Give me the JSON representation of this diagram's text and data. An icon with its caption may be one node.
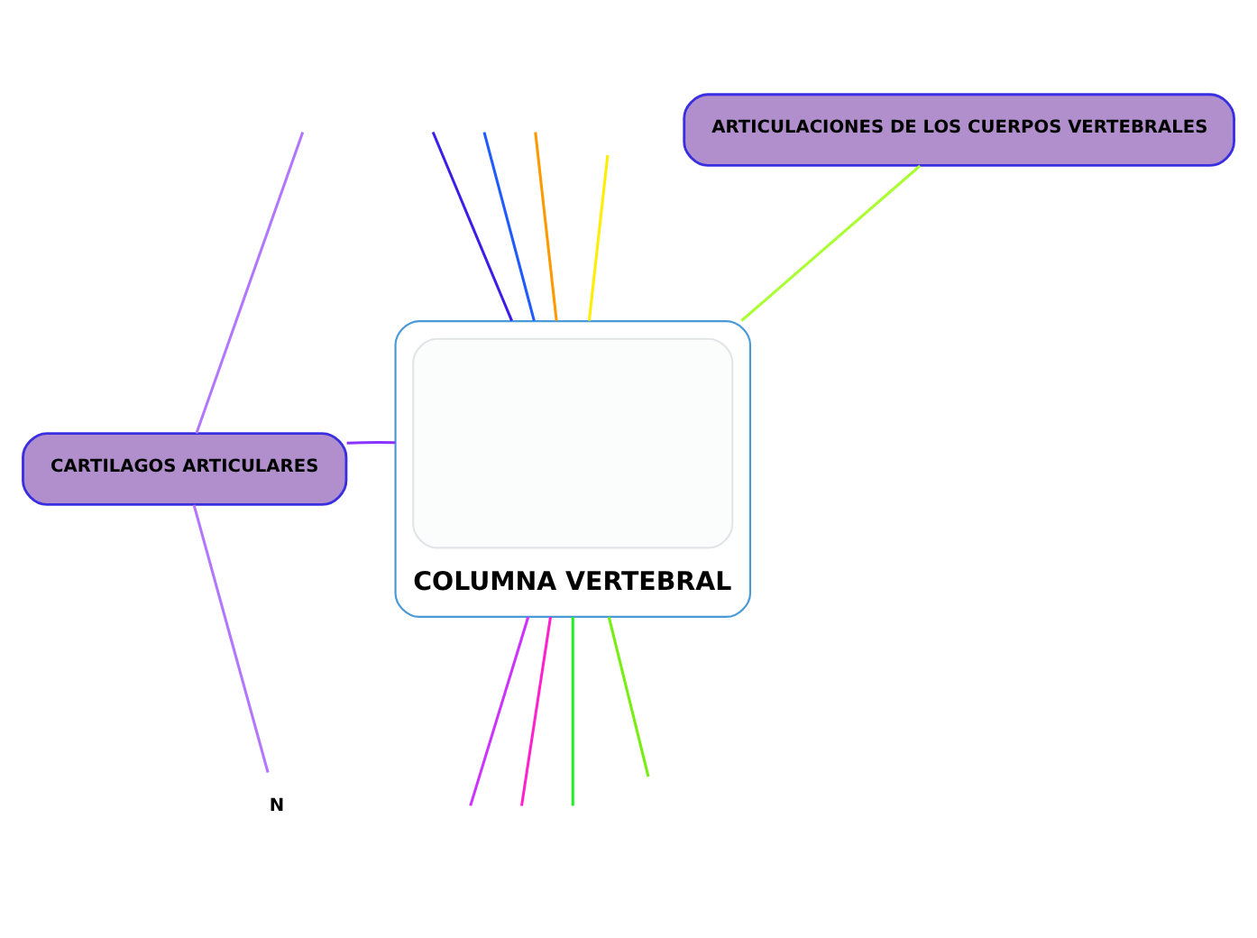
{
  "diagram": {
    "nodes": [
      {
        "text": [
          "ARTICULACIONES DE LOS CUERPOS VERTEBRALES"
        ]
      },
      {
        "text": [
          "CARTILAGOS ARTICULARES"
        ]
      },
      {
        "text": [
          "COLUMNA VERTEBRAL"
        ]
      },
      {
        "text": [
          "N"
        ]
      }
    ],
    "edges": [
      {
        "from": 2,
        "to": null,
        "arrow": "none",
        "color": "#3c1fe6"
      },
      {
        "from": 2,
        "to": null,
        "arrow": "none",
        "color": "#cc33ff"
      },
      {
        "from": 2,
        "to": null,
        "arrow": "none",
        "color": "#1f5bff"
      },
      {
        "from": 2,
        "to": null,
        "arrow": "none",
        "color": "#ff22cc"
      },
      {
        "from": 2,
        "to": null,
        "arrow": "none",
        "color": "#ff9900"
      },
      {
        "from": 2,
        "to": null,
        "arrow": "none",
        "color": "#22ee22"
      },
      {
        "from": 2,
        "to": null,
        "arrow": "none",
        "color": "#ffee00"
      },
      {
        "from": 2,
        "to": null,
        "arrow": "none",
        "color": "#77ee11"
      },
      {
        "from": 2,
        "to": 0,
        "arrow": "none",
        "color": "#aaff33"
      },
      {
        "from": 2,
        "to": 1,
        "arrow": "none",
        "color": "#8833ff"
      },
      {
        "from": 1,
        "to": null,
        "arrow": "none",
        "color": "#b377ff"
      },
      {
        "from": 1,
        "to": 3,
        "arrow": "none",
        "color": "#b377ff"
      }
    ]
  }
}
